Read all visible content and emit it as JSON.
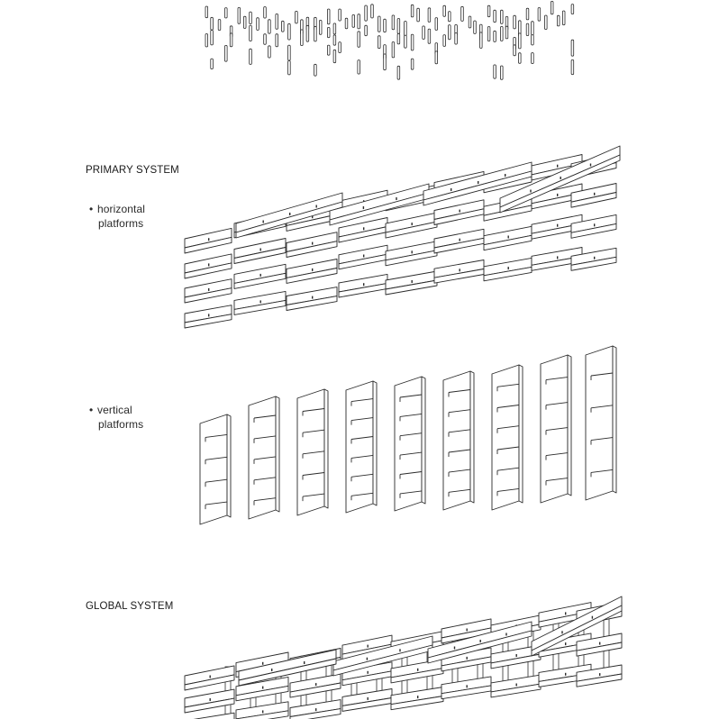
{
  "sections": {
    "primary": {
      "title": "PRIMARY SYSTEM",
      "horizontal": {
        "line1": "horizontal",
        "line2": "platforms"
      },
      "vertical": {
        "line1": "vertical",
        "line2": "platforms"
      }
    },
    "global": {
      "title": "GLOBAL SYSTEM"
    }
  },
  "bullet_glyph": "•",
  "colors": {
    "stroke": "#2b2b2b",
    "background": "#ffffff"
  }
}
